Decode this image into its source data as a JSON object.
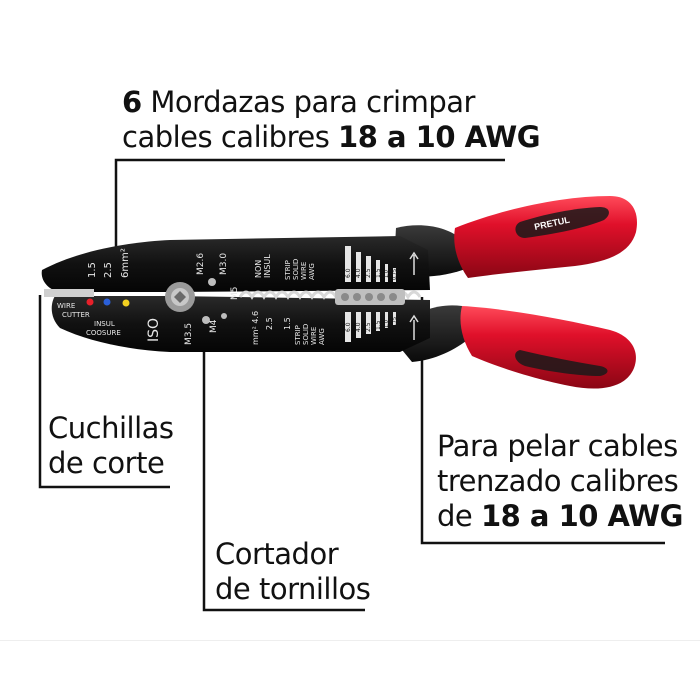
{
  "callouts": {
    "top": {
      "line1_num": "6",
      "line1_text": " Mordazas para crimpar",
      "line2_text": "cables calibres ",
      "line2_num": "18 a 10 AWG"
    },
    "left": {
      "line1": "Cuchillas",
      "line2": "de corte"
    },
    "bottom": {
      "line1": "Cortador",
      "line2": "de tornillos"
    },
    "right": {
      "line1": "Para pelar cables",
      "line2": "trenzado calibres",
      "line3_pre": "de ",
      "line3_num": "18 a 10 AWG"
    }
  },
  "tool": {
    "brand": "PRETUL",
    "nose_gauges": [
      "1.5",
      "2.5",
      "6mm²"
    ],
    "cutter_labels": [
      "WIRE",
      "CUTTER",
      "INSUL",
      "COOSURE"
    ],
    "iso": "ISO",
    "upper_bolts": [
      "M2.6",
      "M3.0"
    ],
    "lower_bolts": [
      "M3.5",
      "M4",
      "M5"
    ],
    "non_insul": [
      "NON",
      "INSUL"
    ],
    "strip_top": [
      "STRIP",
      "SOLID",
      "WIRE",
      "AWG"
    ],
    "strip_bottom": [
      "STRIP",
      "SOLID",
      "WIRE",
      "AWG"
    ],
    "mm2_lower": [
      "mm² 4.6",
      "2.5",
      "1.5"
    ],
    "strip_scale_top": [
      "6.0",
      "4.0",
      "2.5",
      "1.5",
      "1.0",
      "0.75"
    ],
    "strip_scale_bottom": [
      "6.0",
      "4.0",
      "2.5",
      "1.5",
      "1.0",
      "0.75"
    ],
    "colors": {
      "handle_red": "#e0102a",
      "handle_dark": "#1a1a1a",
      "jaw_black": "#141414",
      "dot_red": "#e8202a",
      "dot_blue": "#2a5fd8",
      "dot_yellow": "#f2d020"
    }
  }
}
